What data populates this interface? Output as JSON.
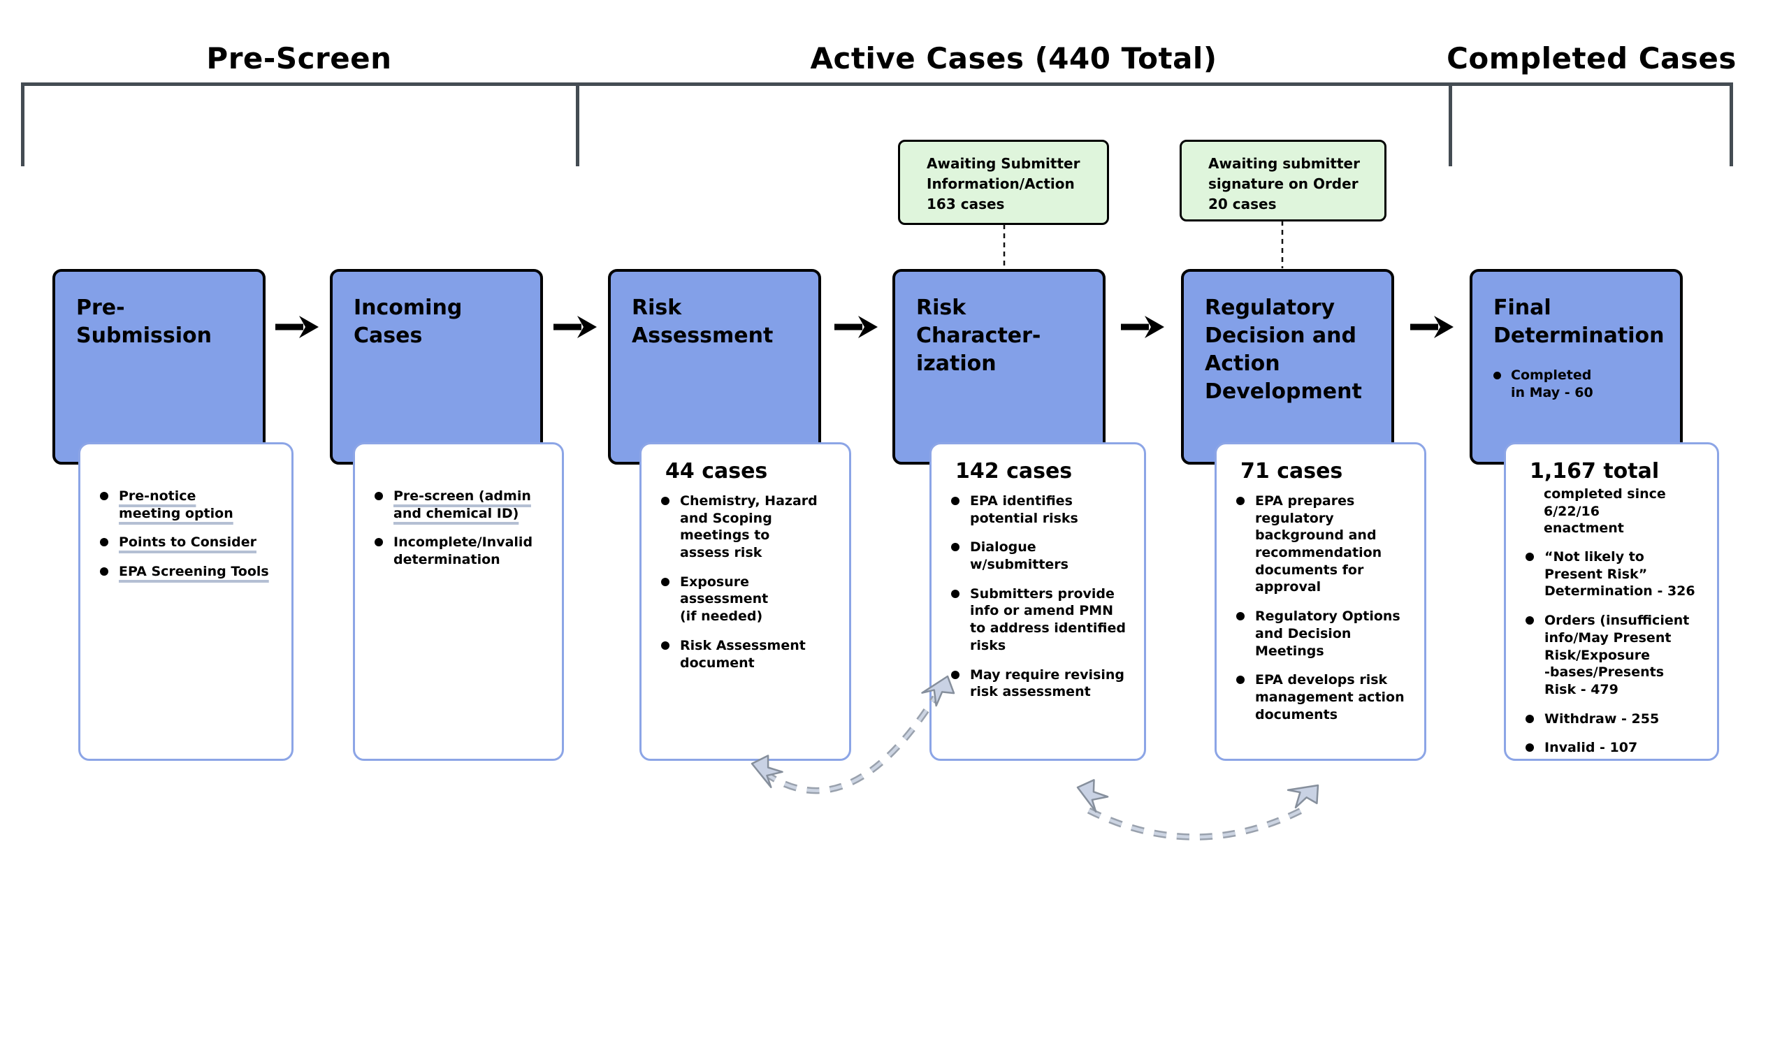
{
  "page": {
    "title_sections": [
      {
        "label": "Pre-Screen"
      },
      {
        "label": "Active Cases (440 Total)"
      },
      {
        "label": "Completed Cases"
      }
    ]
  },
  "callouts": [
    {
      "text": "Awaiting Submitter\nInformation/Action\n163 cases"
    },
    {
      "text": "Awaiting submitter\nsignature on Order\n20 cases"
    }
  ],
  "stages": [
    {
      "title": "Pre-\nSubmission"
    },
    {
      "title": "Incoming\nCases"
    },
    {
      "title": "Risk\nAssessment"
    },
    {
      "title": "Risk\nCharacter-\nization"
    },
    {
      "title": "Regulatory\nDecision and\nAction\nDevelopment"
    },
    {
      "title": "Final\nDetermination",
      "bullet": "Completed\nin May - 60"
    }
  ],
  "details": [
    {
      "bullets": [
        {
          "text": "Pre-notice\nmeeting option",
          "link": true
        },
        {
          "text": "Points to Consider",
          "link": true
        },
        {
          "text": "EPA Screening Tools",
          "link": true
        }
      ]
    },
    {
      "bullets": [
        {
          "text": "Pre-screen (admin\nand chemical ID)",
          "link": true
        },
        {
          "text": "Incomplete/Invalid\ndetermination",
          "link": false
        }
      ]
    },
    {
      "count": "44 cases",
      "bullets": [
        {
          "text": "Chemistry, Hazard\nand Scoping\nmeetings to\nassess risk"
        },
        {
          "text": "Exposure\nassessment\n(if needed)"
        },
        {
          "text": "Risk Assessment\ndocument"
        }
      ]
    },
    {
      "count": "142 cases",
      "bullets": [
        {
          "text": "EPA identifies\npotential risks"
        },
        {
          "text": "Dialogue\nw/submitters"
        },
        {
          "text": "Submitters provide\ninfo or amend PMN\nto address identified\nrisks"
        },
        {
          "text": "May require revising\nrisk assessment"
        }
      ]
    },
    {
      "count": "71 cases",
      "bullets": [
        {
          "text": "EPA prepares\nregulatory\nbackground and\nrecommendation\ndocuments for\napproval"
        },
        {
          "text": "Regulatory Options\nand Decision\nMeetings"
        },
        {
          "text": "EPA develops risk\nmanagement action\ndocuments"
        }
      ]
    },
    {
      "count": "1,167 total",
      "subtitle": "completed since\n6/22/16\nenactment",
      "bullets": [
        {
          "text": "“Not likely to\nPresent Risk”\nDetermination - 326"
        },
        {
          "text": "Orders (insufficient\ninfo/May Present\nRisk/Exposure\n-bases/Presents\nRisk - 479"
        },
        {
          "text": "Withdraw - 255"
        },
        {
          "text": "Invalid - 107"
        }
      ]
    }
  ],
  "colors": {
    "stage_fill": "#83A0E8",
    "callout_fill": "#DFF5DC",
    "detail_border": "#8CA5E6",
    "bracket": "#444C53",
    "underline": "#B4BFD3",
    "arrow_fill": "#C9D2E4",
    "arrow_line": "#99A1AD"
  }
}
